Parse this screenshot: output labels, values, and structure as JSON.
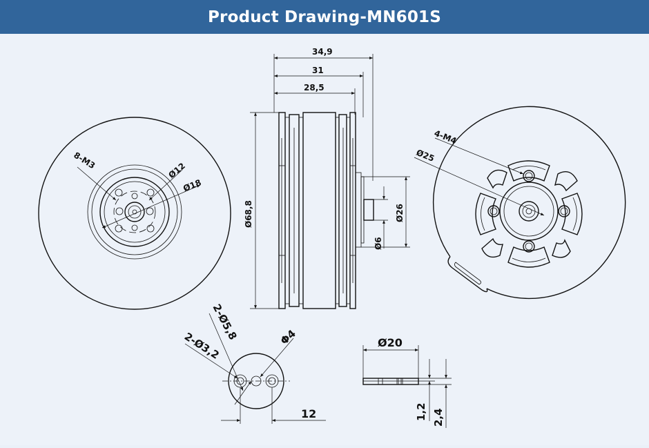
{
  "header": {
    "title": "Product Drawing-MN601S"
  },
  "front_view": {
    "holes_label": "8-M3",
    "dia_inner": "Ø12",
    "dia_outer": "Ø18"
  },
  "side_view": {
    "len_total": "34,9",
    "len_mid": "31",
    "len_body": "28,5",
    "diameter": "Ø68,8",
    "shaft_base": "Ø26",
    "shaft": "Ø6"
  },
  "rear_view": {
    "holes_label": "4-M4",
    "circle": "Ø25"
  },
  "prop_adapter": {
    "big_holes": "2-Ø5,8",
    "small_holes": "2-Ø3,2",
    "center_hole": "Φ4",
    "spacing": "12"
  },
  "washer": {
    "diameter": "Ø20",
    "thick_a": "1,2",
    "thick_b": "2,4"
  },
  "colors": {
    "header_bg": "#31659b",
    "page_bg": "#edf2f9",
    "line": "#111111"
  }
}
